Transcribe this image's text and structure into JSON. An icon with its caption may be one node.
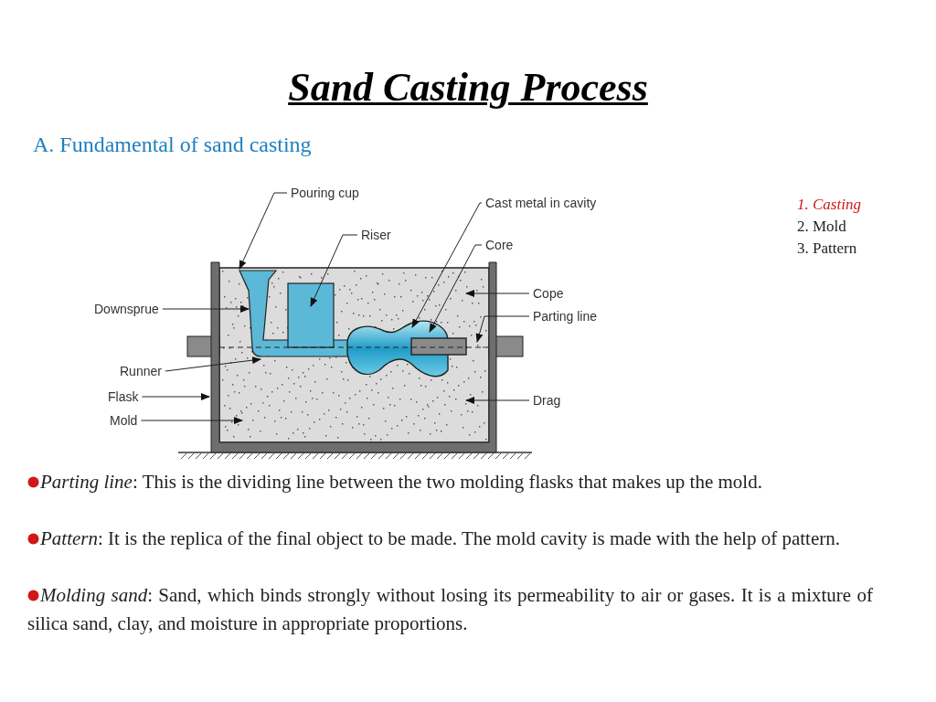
{
  "diagram": {
    "title": "Sand Casting Process",
    "nodes": [
      {
        "text": [
          "Pouring cup"
        ]
      },
      {
        "text": [
          "Riser"
        ]
      },
      {
        "text": [
          "Cast metal in cavity"
        ]
      },
      {
        "text": [
          "Core"
        ]
      },
      {
        "text": [
          "Downsprue"
        ]
      },
      {
        "text": [
          "Cope"
        ]
      },
      {
        "text": [
          "Parting line"
        ]
      },
      {
        "text": [
          "Runner"
        ]
      },
      {
        "text": [
          "Flask"
        ]
      },
      {
        "text": [
          "Drag"
        ]
      },
      {
        "text": [
          "Mold"
        ]
      }
    ],
    "edges": [
      {
        "from": 0,
        "to": null,
        "arrow": "to"
      },
      {
        "from": 1,
        "to": null,
        "arrow": "to"
      },
      {
        "from": 2,
        "to": null,
        "arrow": "to"
      },
      {
        "from": 3,
        "to": null,
        "arrow": "to"
      },
      {
        "from": 4,
        "to": null,
        "arrow": "to"
      },
      {
        "from": 5,
        "to": null,
        "arrow": "to"
      },
      {
        "from": 6,
        "to": null,
        "arrow": "to"
      },
      {
        "from": 7,
        "to": null,
        "arrow": "to"
      },
      {
        "from": 8,
        "to": null,
        "arrow": "to"
      },
      {
        "from": 9,
        "to": null,
        "arrow": "to"
      },
      {
        "from": 10,
        "to": null,
        "arrow": "to"
      }
    ],
    "labels": [
      "A. Fundamental of sand casting",
      "1. Casting",
      "2. Mold",
      "3. Pattern",
      "*Parting line*: This is the dividing line between the two molding flasks that makes up the mold.",
      "*Pattern*: It is the replica of the final object to be made. The mold cavity is made with the help of pattern.",
      "*Molding sand*: Sand, which binds strongly without losing its permeability to air or gases. It is a mixture of silica sand, clay, and moisture in appropriate proportions."
    ]
  }
}
